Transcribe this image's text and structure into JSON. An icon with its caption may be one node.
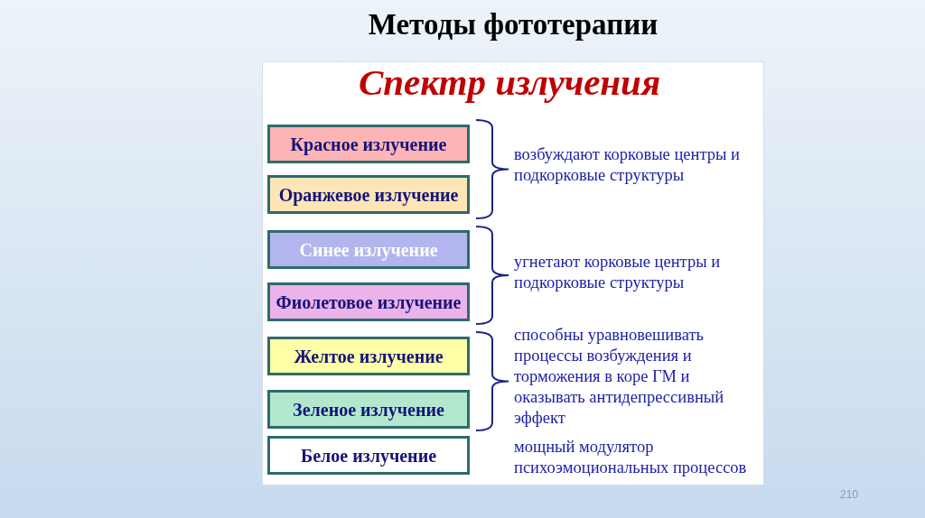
{
  "diagram": {
    "title": "Методы фототерапии",
    "nodes": [
      {
        "text": [
          "Красное излучение"
        ]
      },
      {
        "text": [
          "Оранжевое излучение"
        ]
      },
      {
        "text": [
          "Синее излучение"
        ]
      },
      {
        "text": [
          "Фиолетовое излучение"
        ]
      },
      {
        "text": [
          "Желтое излучение"
        ]
      },
      {
        "text": [
          "Зеленое излучение"
        ]
      },
      {
        "text": [
          "Белое излучение"
        ]
      }
    ],
    "labels": [
      "Спектр излучения",
      "возбуждают корковые центры и подкорковые структуры",
      "угнетают корковые центры и подкорковые структуры",
      "способны уравновешивать процессы возбуждения и торможения в коре ГМ и оказывать антидепрессивный эффект",
      "мощный модулятор психоэмоциональных процессов",
      "210"
    ]
  }
}
